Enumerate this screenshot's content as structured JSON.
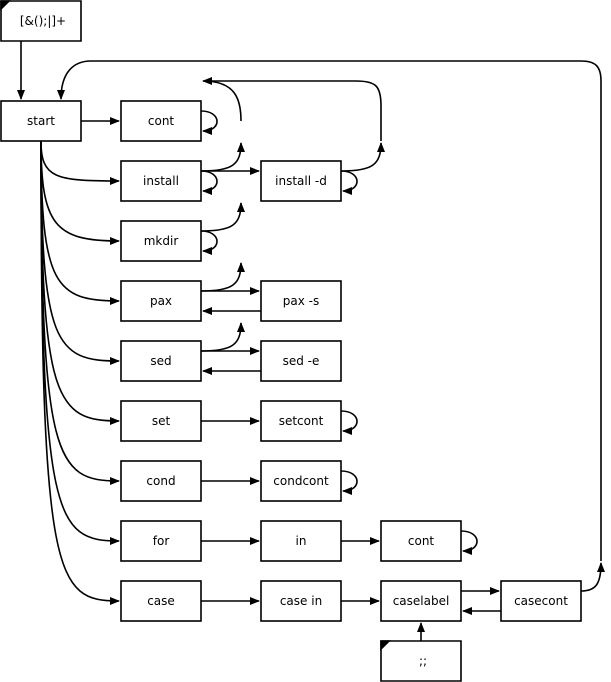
{
  "nodes": {
    "entry": "[&();|]+",
    "start": "start",
    "cont": "cont",
    "install": "install",
    "install_d": "install -d",
    "mkdir": "mkdir",
    "pax": "pax",
    "pax_s": "pax -s",
    "sed": "sed",
    "sed_e": "sed -e",
    "set": "set",
    "setcont": "setcont",
    "cond": "cond",
    "condcont": "condcont",
    "for": "for",
    "in": "in",
    "for_cont": "cont",
    "case": "case",
    "case_in": "case in",
    "caselabel": "caselabel",
    "casecont": "casecont",
    "dsemi": ";;"
  }
}
